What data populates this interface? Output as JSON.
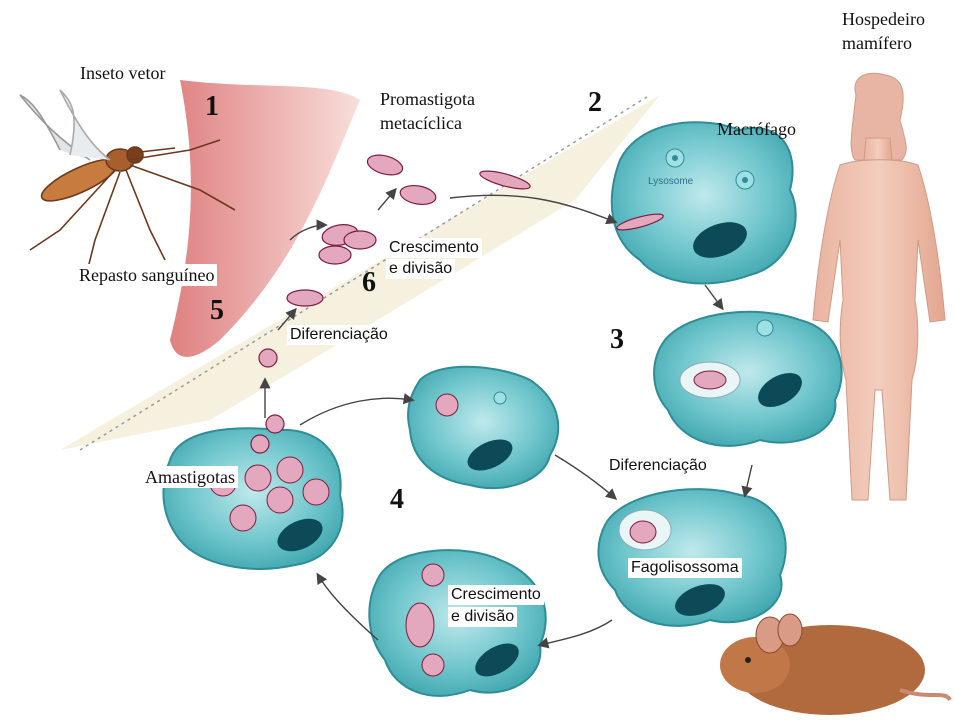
{
  "labels": {
    "inseto_vetor": "Inseto vetor",
    "hospedeiro_line1": "Hospedeiro",
    "hospedeiro_line2": "mamífero",
    "promastigota_line1": "Promastigota",
    "promastigota_line2": "metacíclica",
    "macrofago": "Macrófago",
    "lysosome": "Lysosome",
    "crescimento_top_line1": "Crescimento",
    "crescimento_top_line2": "e divisão",
    "repasto": "Repasto sanguíneo",
    "diferenciacao_top": "Diferenciação",
    "diferenciacao_right": "Diferenciação",
    "amastigotas": "Amastigotas",
    "fagolisossoma": "Fagolisossoma",
    "crescimento_bottom_line1": "Crescimento",
    "crescimento_bottom_line2": "e divisão"
  },
  "steps": {
    "s1": "1",
    "s2": "2",
    "s3": "3",
    "s4": "4",
    "s5": "5",
    "s6": "6"
  },
  "colors": {
    "cell_fill": "#5fc2c8",
    "cell_edge": "#2e8d96",
    "nucleus": "#0d4a57",
    "parasite": "#e3a8bd",
    "parasite_dot": "#7c1d3f",
    "skin": "#e6a59a",
    "gut": "#f6f0de"
  }
}
